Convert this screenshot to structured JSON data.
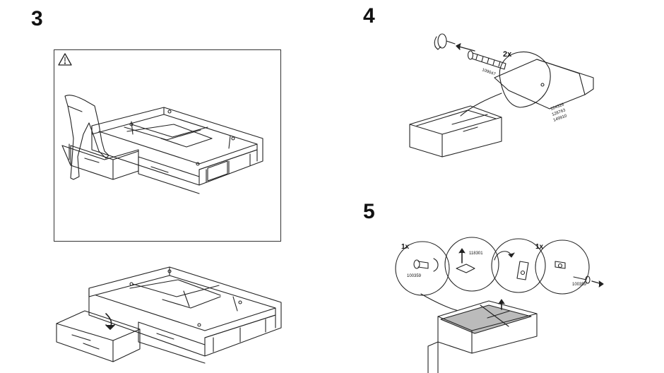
{
  "steps": {
    "s3": "3",
    "s4": "4",
    "s5": "5"
  },
  "step4": {
    "quantity": "2x",
    "part_screw": "109047",
    "part_refs": [
      "124328",
      "128763",
      "149910"
    ]
  },
  "step5": {
    "quantity_left": "1x",
    "quantity_right": "1x",
    "part_left": "100359",
    "part_mid": "118301",
    "part_right": "100359"
  },
  "icons": {
    "warning": "warning-triangle-icon"
  }
}
